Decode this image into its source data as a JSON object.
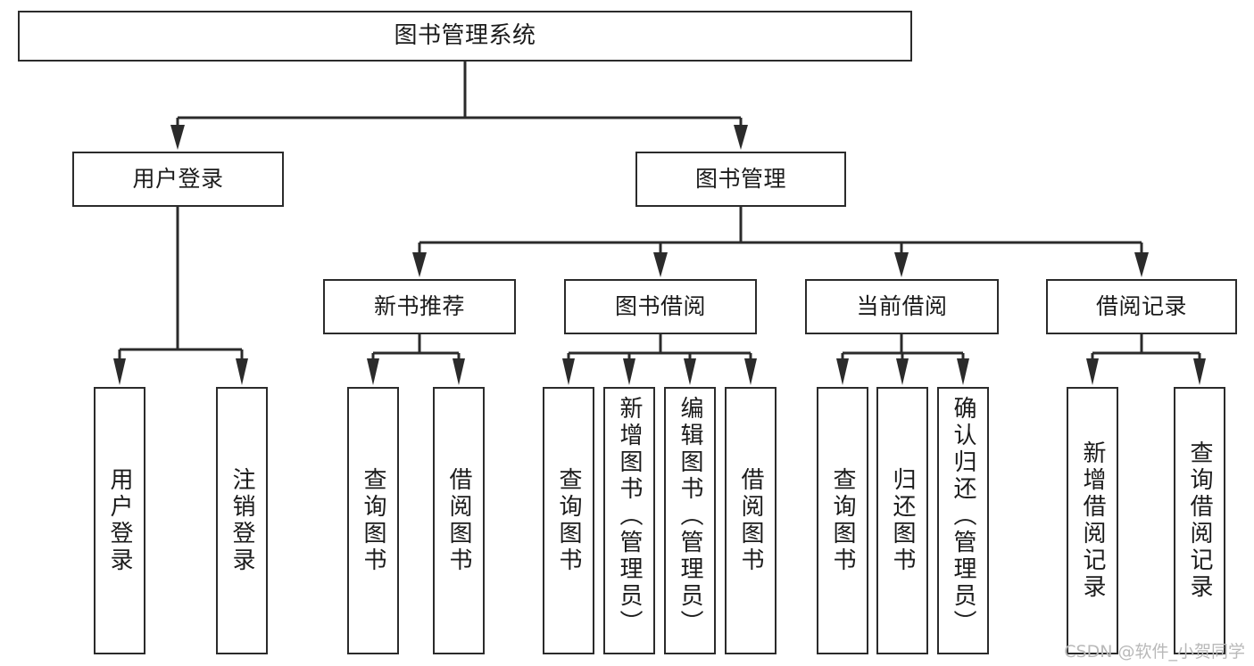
{
  "diagram": {
    "type": "hierarchical-tree",
    "title": "图书管理系统",
    "watermark": "CSDN @软件_小贺同学",
    "colors": {
      "box_border": "#2b2b2b",
      "box_fill": "#ffffff",
      "connector": "#2b2b2b",
      "text": "#1b1b1b",
      "watermark": "#b9b9b9",
      "background": "#ffffff"
    },
    "nodes": {
      "root": {
        "label": "图书管理系统",
        "level": 0,
        "orientation": "horizontal"
      },
      "level1": [
        {
          "id": "user-login",
          "label": "用户登录",
          "orientation": "horizontal"
        },
        {
          "id": "book-manage",
          "label": "图书管理",
          "orientation": "horizontal"
        }
      ],
      "level2": [
        {
          "id": "new-book-rec",
          "label": "新书推荐",
          "orientation": "horizontal",
          "parent": "book-manage"
        },
        {
          "id": "book-borrow",
          "label": "图书借阅",
          "orientation": "horizontal",
          "parent": "book-manage"
        },
        {
          "id": "current-borrow",
          "label": "当前借阅",
          "orientation": "horizontal",
          "parent": "book-manage"
        },
        {
          "id": "borrow-record",
          "label": "借阅记录",
          "orientation": "horizontal",
          "parent": "book-manage"
        }
      ],
      "leaves": [
        {
          "id": "leaf-user-login",
          "label": "用户登录",
          "parent": "user-login",
          "orientation": "vertical"
        },
        {
          "id": "leaf-logout-login",
          "label": "注销登录",
          "parent": "user-login",
          "orientation": "vertical"
        },
        {
          "id": "leaf-query-book-1",
          "label": "查询图书",
          "parent": "new-book-rec",
          "orientation": "vertical"
        },
        {
          "id": "leaf-borrow-book-1",
          "label": "借阅图书",
          "parent": "new-book-rec",
          "orientation": "vertical"
        },
        {
          "id": "leaf-query-book-2",
          "label": "查询图书",
          "parent": "book-borrow",
          "orientation": "vertical"
        },
        {
          "id": "leaf-add-book-admin",
          "label": "新增图书（管理员）",
          "parent": "book-borrow",
          "orientation": "vertical"
        },
        {
          "id": "leaf-edit-book-admin",
          "label": "编辑图书（管理员）",
          "parent": "book-borrow",
          "orientation": "vertical"
        },
        {
          "id": "leaf-borrow-book-2",
          "label": "借阅图书",
          "parent": "book-borrow",
          "orientation": "vertical"
        },
        {
          "id": "leaf-query-book-3",
          "label": "查询图书",
          "parent": "current-borrow",
          "orientation": "vertical"
        },
        {
          "id": "leaf-return-book",
          "label": "归还图书",
          "parent": "current-borrow",
          "orientation": "vertical"
        },
        {
          "id": "leaf-confirm-return-admin",
          "label": "确认归还（管理员）",
          "parent": "current-borrow",
          "orientation": "vertical"
        },
        {
          "id": "leaf-add-borrow-record",
          "label": "新增借阅记录",
          "parent": "borrow-record",
          "orientation": "vertical"
        },
        {
          "id": "leaf-query-borrow-record",
          "label": "查询借阅记录",
          "parent": "borrow-record",
          "orientation": "vertical"
        }
      ]
    }
  }
}
